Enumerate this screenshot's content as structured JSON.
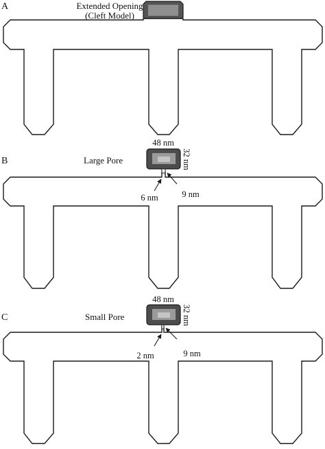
{
  "colors": {
    "outline": "#1a1a1a",
    "cell_fill": "#ffffff",
    "pore_fill_dark": "#4a4a4a",
    "pore_fill_mid": "#8c8c8c",
    "pore_fill_light": "#bdbdbd"
  },
  "panels": [
    {
      "letter": "A",
      "variant": "extended-opening",
      "title_lines": [
        "Extended Opening",
        "(Cleft Model)"
      ]
    },
    {
      "letter": "B",
      "variant": "large-pore",
      "title": "Large Pore",
      "pore_width": "48 nm",
      "pore_height": "32 nm",
      "neck_width": "6 nm",
      "neck_length": "9 nm"
    },
    {
      "letter": "C",
      "variant": "small-pore",
      "title": "Small Pore",
      "pore_width": "48 nm",
      "pore_height": "32 nm",
      "neck_width": "2 nm",
      "neck_length": "9 nm"
    }
  ]
}
